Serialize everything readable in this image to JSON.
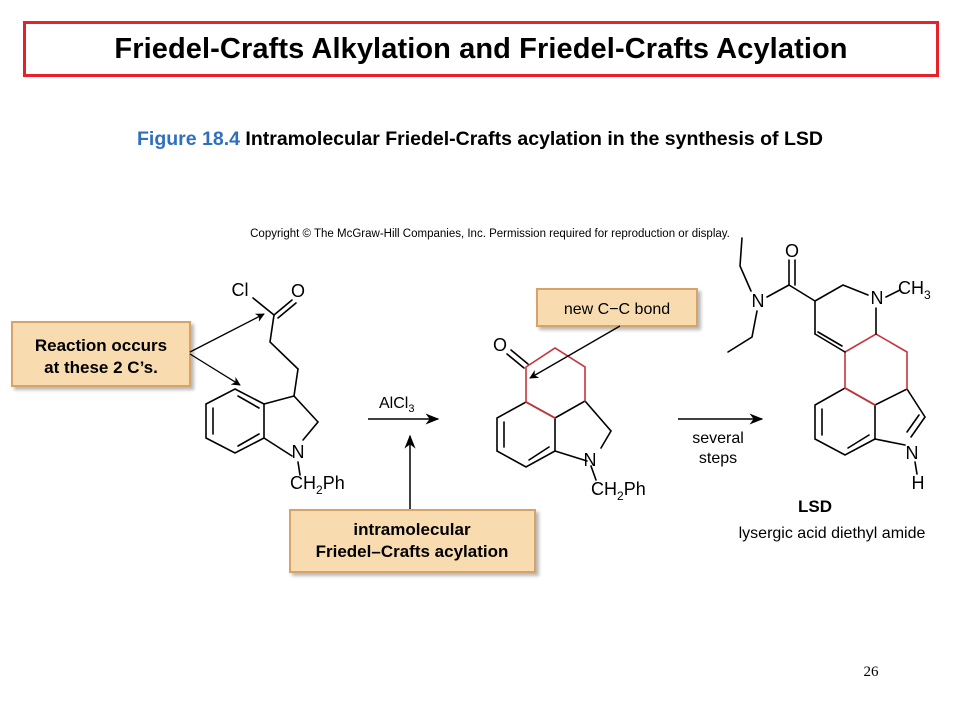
{
  "slide": {
    "title": "Friedel-Crafts Alkylation and Friedel-Crafts Acylation",
    "caption_figure": "Figure 18.4",
    "caption_text": "Intramolecular Friedel-Crafts acylation in the synthesis of LSD",
    "page_number": "26"
  },
  "figure": {
    "copyright": "Copyright © The McGraw-Hill Companies, Inc. Permission required for reproduction or display.",
    "callout_reaction_line1": "Reaction occurs",
    "callout_reaction_line2": "at these 2 C’s.",
    "callout_intramolecular_line1": "intramolecular",
    "callout_intramolecular_line2": "Friedel–Crafts acylation",
    "callout_newbond": "new C−C bond",
    "reagent_main": "AlCl",
    "reagent_sub": "3",
    "arrow2_line1": "several",
    "arrow2_line2": "steps",
    "product_name": "LSD",
    "product_full": "lysergic acid diethyl amide",
    "atom_cl": "Cl",
    "atom_o": "O",
    "atom_n": "N",
    "atom_h": "H",
    "group_ch2ph_a": "CH",
    "group_ch2ph_sub": "2",
    "group_ch2ph_b": "Ph",
    "group_ch3_a": "CH",
    "group_ch3_sub": "3",
    "colors": {
      "title_border": "#e8202a",
      "figure_label": "#2f6fc0",
      "new_bond": "#c8333a",
      "callout_fill": "#f8dcb0",
      "callout_border": "#d8a36a"
    }
  }
}
